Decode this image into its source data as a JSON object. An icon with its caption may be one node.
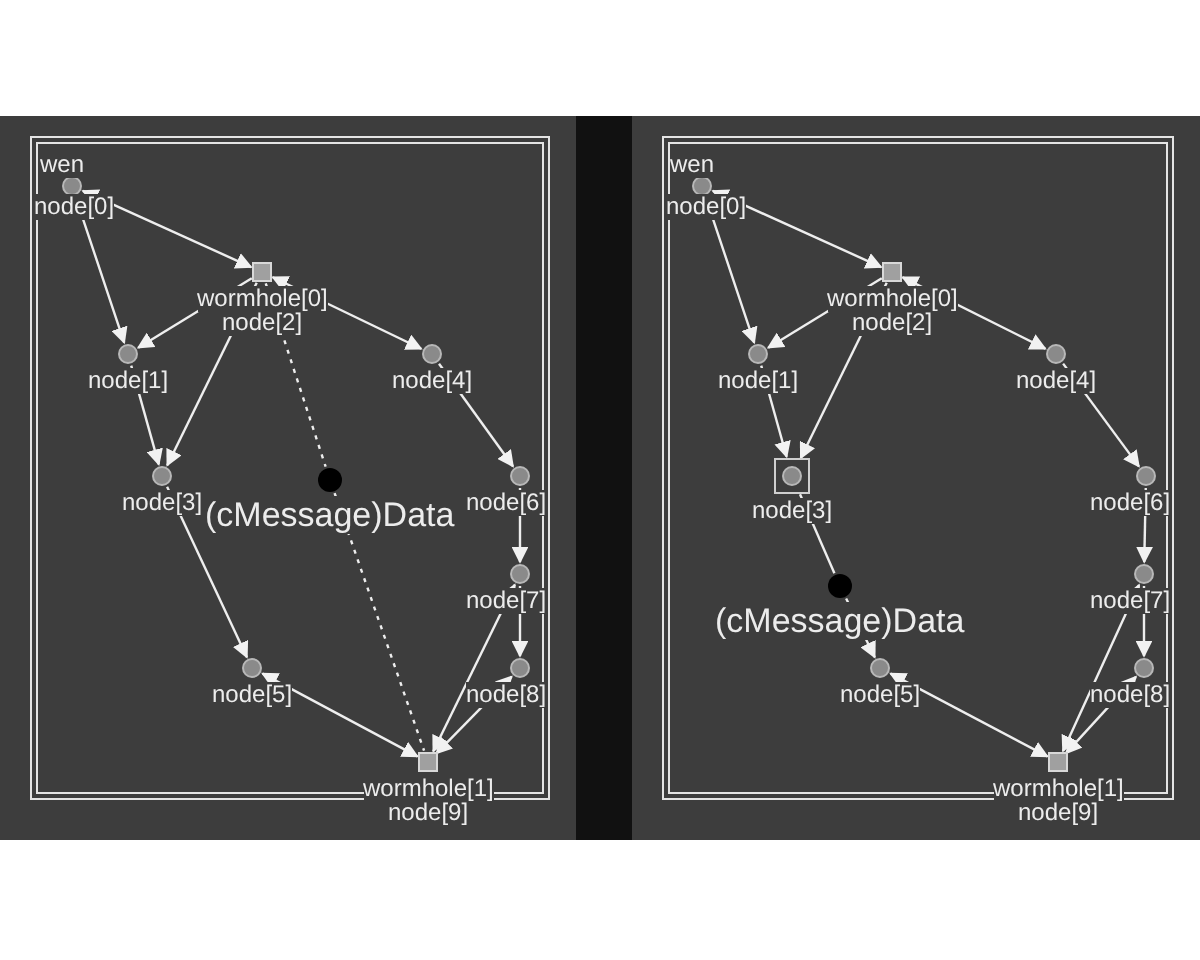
{
  "diagram": {
    "nodes": [
      {
        "text": [],
        "shape": "box"
      },
      {
        "text": [],
        "shape": "circle",
        "in": 0,
        "beside": [
          "wen",
          "node[0]"
        ]
      },
      {
        "text": [],
        "shape": "circle",
        "in": 0,
        "beside": [
          "node[1]"
        ]
      },
      {
        "text": [],
        "shape": "box",
        "in": 0,
        "beside": [
          "wormhole[0]",
          "node[2]"
        ]
      },
      {
        "text": [],
        "shape": "circle",
        "in": 0,
        "beside": [
          "node[3]"
        ]
      },
      {
        "text": [],
        "shape": "circle",
        "in": 0,
        "beside": [
          "node[4]"
        ]
      },
      {
        "text": [],
        "shape": "circle",
        "in": 0,
        "beside": [
          "node[5]"
        ]
      },
      {
        "text": [],
        "shape": "circle",
        "in": 0,
        "beside": [
          "node[6]"
        ]
      },
      {
        "text": [],
        "shape": "circle",
        "in": 0,
        "beside": [
          "node[7]"
        ]
      },
      {
        "text": [],
        "shape": "circle",
        "in": 0,
        "beside": [
          "node[8]"
        ]
      },
      {
        "text": [],
        "shape": "box",
        "in": 0,
        "beside": [
          "wormhole[1]",
          "node[9]"
        ]
      },
      {
        "text": [],
        "shape": "dot",
        "in": 0,
        "beside": [
          "(cMessage)Data"
        ]
      },
      {
        "text": [],
        "shape": "box"
      },
      {
        "text": [],
        "shape": "circle",
        "in": 12,
        "beside": [
          "wen",
          "node[0]"
        ]
      },
      {
        "text": [],
        "shape": "circle",
        "in": 12,
        "beside": [
          "node[1]"
        ]
      },
      {
        "text": [],
        "shape": "box",
        "in": 12,
        "beside": [
          "wormhole[0]",
          "node[2]"
        ]
      },
      {
        "text": [],
        "shape": "circle",
        "in": 12,
        "beside": [
          "node[3]"
        ]
      },
      {
        "text": [],
        "shape": "circle",
        "in": 12,
        "beside": [
          "node[4]"
        ]
      },
      {
        "text": [],
        "shape": "circle",
        "in": 12,
        "beside": [
          "node[5]"
        ]
      },
      {
        "text": [],
        "shape": "circle",
        "in": 12,
        "beside": [
          "node[6]"
        ]
      },
      {
        "text": [],
        "shape": "circle",
        "in": 12,
        "beside": [
          "node[7]"
        ]
      },
      {
        "text": [],
        "shape": "circle",
        "in": 12,
        "beside": [
          "node[8]"
        ]
      },
      {
        "text": [],
        "shape": "box",
        "in": 12,
        "beside": [
          "wormhole[1]",
          "node[9]"
        ]
      },
      {
        "text": [],
        "shape": "dot",
        "in": 12,
        "beside": [
          "(cMessage)Data"
        ]
      }
    ],
    "edges": [
      {
        "from": 1,
        "to": 3,
        "arrow": "both"
      },
      {
        "from": 1,
        "to": 2,
        "arrow": "to"
      },
      {
        "from": 3,
        "to": 2,
        "arrow": "to"
      },
      {
        "from": 3,
        "to": 4,
        "arrow": "to"
      },
      {
        "from": 2,
        "to": 4,
        "arrow": "to"
      },
      {
        "from": 3,
        "to": 5,
        "arrow": "both"
      },
      {
        "from": 5,
        "to": 7,
        "arrow": "to"
      },
      {
        "from": 7,
        "to": 8,
        "arrow": "to"
      },
      {
        "from": 8,
        "to": 9,
        "arrow": "to"
      },
      {
        "from": 4,
        "to": 6,
        "arrow": "to"
      },
      {
        "from": 6,
        "to": 10,
        "arrow": "both"
      },
      {
        "from": 10,
        "to": 8,
        "arrow": "both"
      },
      {
        "from": 10,
        "to": 9,
        "arrow": "both"
      },
      {
        "from": 3,
        "to": 11,
        "arrow": "none",
        "style": "dashed"
      },
      {
        "from": 11,
        "to": 10,
        "arrow": "none",
        "style": "dashed"
      },
      {
        "from": 13,
        "to": 15,
        "arrow": "both"
      },
      {
        "from": 13,
        "to": 14,
        "arrow": "to"
      },
      {
        "from": 15,
        "to": 14,
        "arrow": "to"
      },
      {
        "from": 15,
        "to": 16,
        "arrow": "to"
      },
      {
        "from": 14,
        "to": 16,
        "arrow": "to"
      },
      {
        "from": 15,
        "to": 17,
        "arrow": "both"
      },
      {
        "from": 17,
        "to": 19,
        "arrow": "to"
      },
      {
        "from": 19,
        "to": 20,
        "arrow": "to"
      },
      {
        "from": 20,
        "to": 21,
        "arrow": "to"
      },
      {
        "from": 16,
        "to": 23,
        "arrow": "none"
      },
      {
        "from": 23,
        "to": 18,
        "arrow": "to"
      },
      {
        "from": 18,
        "to": 22,
        "arrow": "both"
      },
      {
        "from": 22,
        "to": 20,
        "arrow": "both"
      },
      {
        "from": 22,
        "to": 21,
        "arrow": "both"
      }
    ]
  }
}
